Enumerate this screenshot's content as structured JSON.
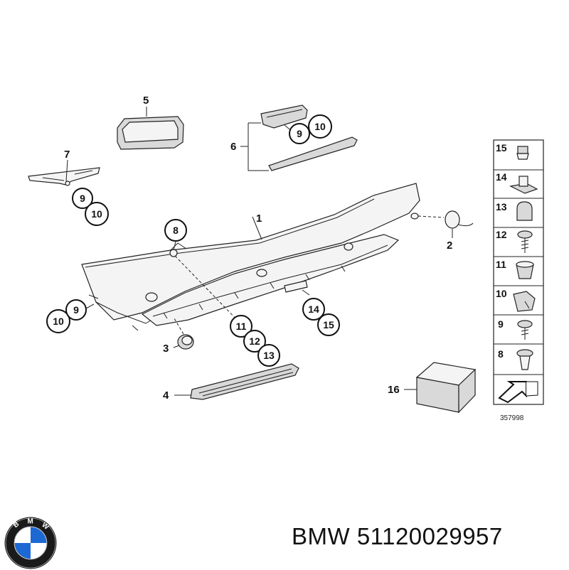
{
  "diagram_code": "357998",
  "caption": {
    "brand": "BMW",
    "part_number": "51120029957"
  },
  "logo": {
    "text": "BMW",
    "colors": {
      "ring": "#1a1a1a",
      "blue": "#1c69d4",
      "white": "#ffffff"
    }
  },
  "callouts": {
    "c1": "1",
    "c2": "2",
    "c3": "3",
    "c4": "4",
    "c5": "5",
    "c6": "6",
    "c7": "7",
    "c8": "8",
    "c9a": "9",
    "c10a": "10",
    "c9b": "9",
    "c10b": "10",
    "c9c": "9",
    "c10c": "10",
    "c11": "11",
    "c12": "12",
    "c13": "13",
    "c14": "14",
    "c15": "15",
    "c16": "16"
  },
  "parts_panel": [
    "15",
    "14",
    "13",
    "12",
    "11",
    "10",
    "9",
    "8"
  ],
  "icons": [
    "bumper-icon",
    "fastener-icon",
    "arrow-icon",
    "bmw-logo"
  ]
}
